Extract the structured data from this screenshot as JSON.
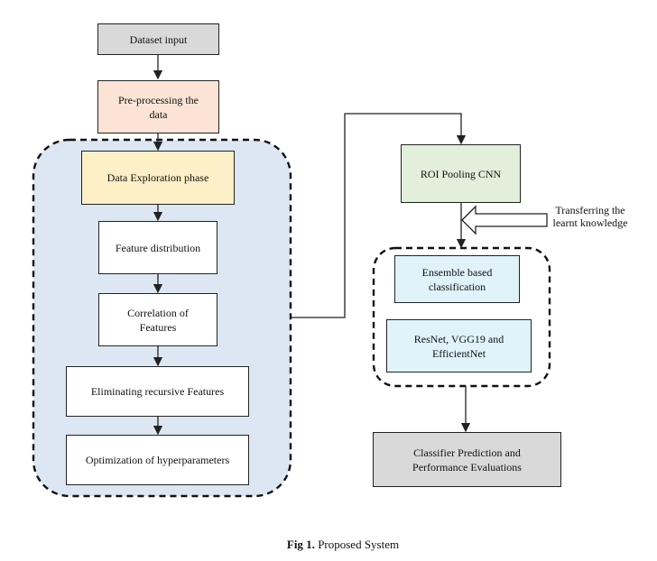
{
  "nodes": {
    "dataset_input": "Dataset input",
    "preprocessing": "Pre-processing the data",
    "data_exploration": "Data Exploration phase",
    "feature_distribution": "Feature distribution",
    "correlation": "Correlation of Features",
    "eliminating": "Eliminating recursive Features",
    "optimization": "Optimization of hyperparameters",
    "roi_pooling": "ROI Pooling CNN",
    "ensemble": "Ensemble based classification",
    "models": "ResNet, VGG19 and EfficientNet",
    "classifier": "Classifier Prediction and Performance Evaluations"
  },
  "annotations": {
    "transfer_line1": "Transferring the",
    "transfer_line2": "learnt knowledge"
  },
  "caption": {
    "label": "Fig 1.",
    "text": "Proposed System"
  },
  "colors": {
    "gray": "#d9d9d9",
    "peach": "#fbe4d6",
    "yellow": "#fdf0c6",
    "green": "#e2efda",
    "cyan": "#dff3f9",
    "group_fill": "#dde7f3"
  }
}
